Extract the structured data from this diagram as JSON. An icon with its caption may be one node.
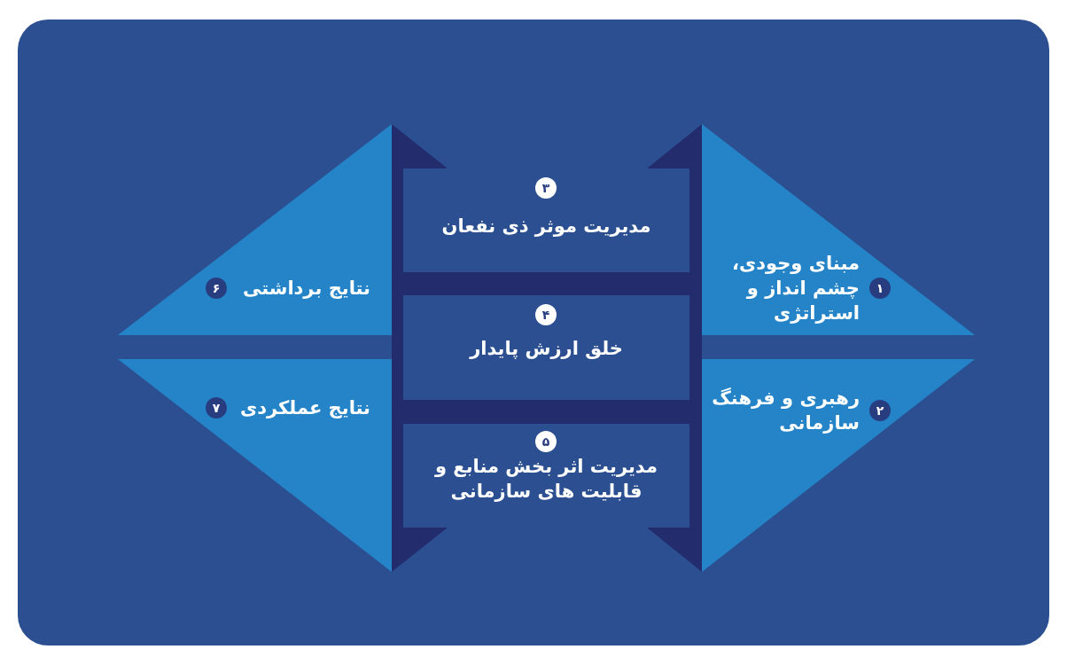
{
  "diagram": {
    "nodes": [
      {
        "text": [
          "۱",
          "مبنای وجودی، چشم انداز و استراتژی"
        ]
      },
      {
        "text": [
          "۲",
          "رهبری و فرهنگ سازمانی"
        ]
      },
      {
        "text": [
          "۳",
          "مدیریت موثر ذی نفعان"
        ]
      },
      {
        "text": [
          "۴",
          "خلق ارزش پایدار"
        ]
      },
      {
        "text": [
          "۵",
          "مدیریت اثر بخش منابع و قابلیت های سازمانی"
        ]
      },
      {
        "text": [
          "نتایج برداشتی",
          "۶"
        ]
      },
      {
        "text": [
          "نتایج عملکردی",
          "۷"
        ]
      }
    ]
  }
}
